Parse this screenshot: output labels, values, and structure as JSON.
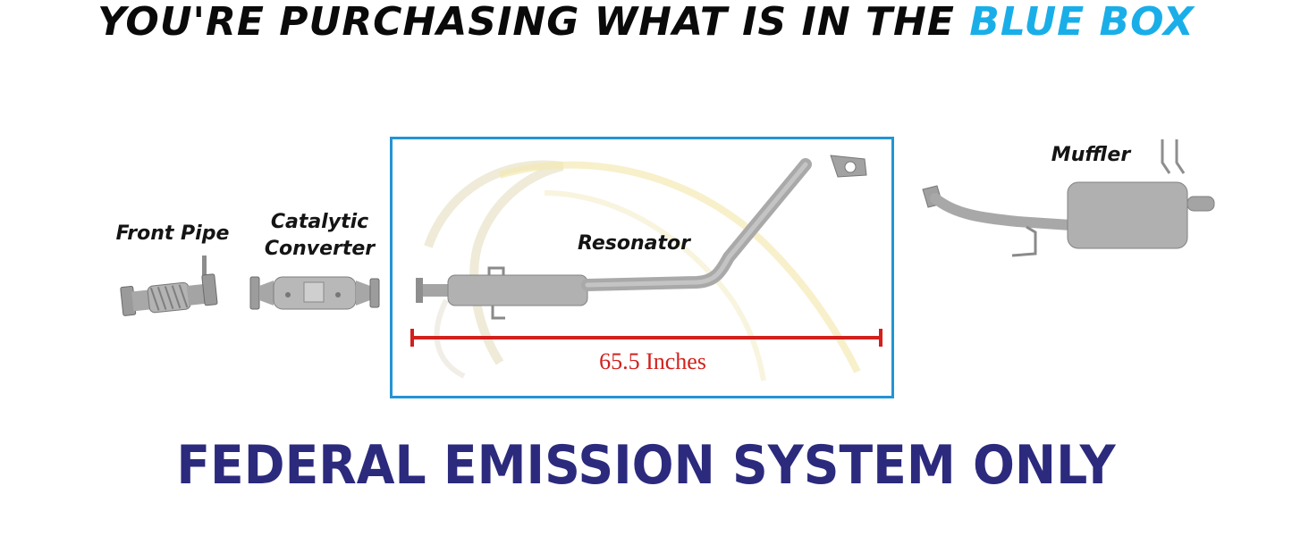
{
  "headline": {
    "main": "YOU'RE PURCHASING WHAT IS IN THE",
    "accent": "BLUE BOX"
  },
  "parts": {
    "front_pipe": "Front Pipe",
    "catalytic_line1": "Catalytic",
    "catalytic_line2": "Converter",
    "resonator": "Resonator",
    "muffler": "Muffler"
  },
  "measurement": "65.5 Inches",
  "footer": "FEDERAL EMISSION SYSTEM ONLY",
  "colors": {
    "box_border": "#2394d4",
    "accent": "#1aaee8",
    "measure": "#d2201c",
    "footer": "#2b2a7d"
  }
}
